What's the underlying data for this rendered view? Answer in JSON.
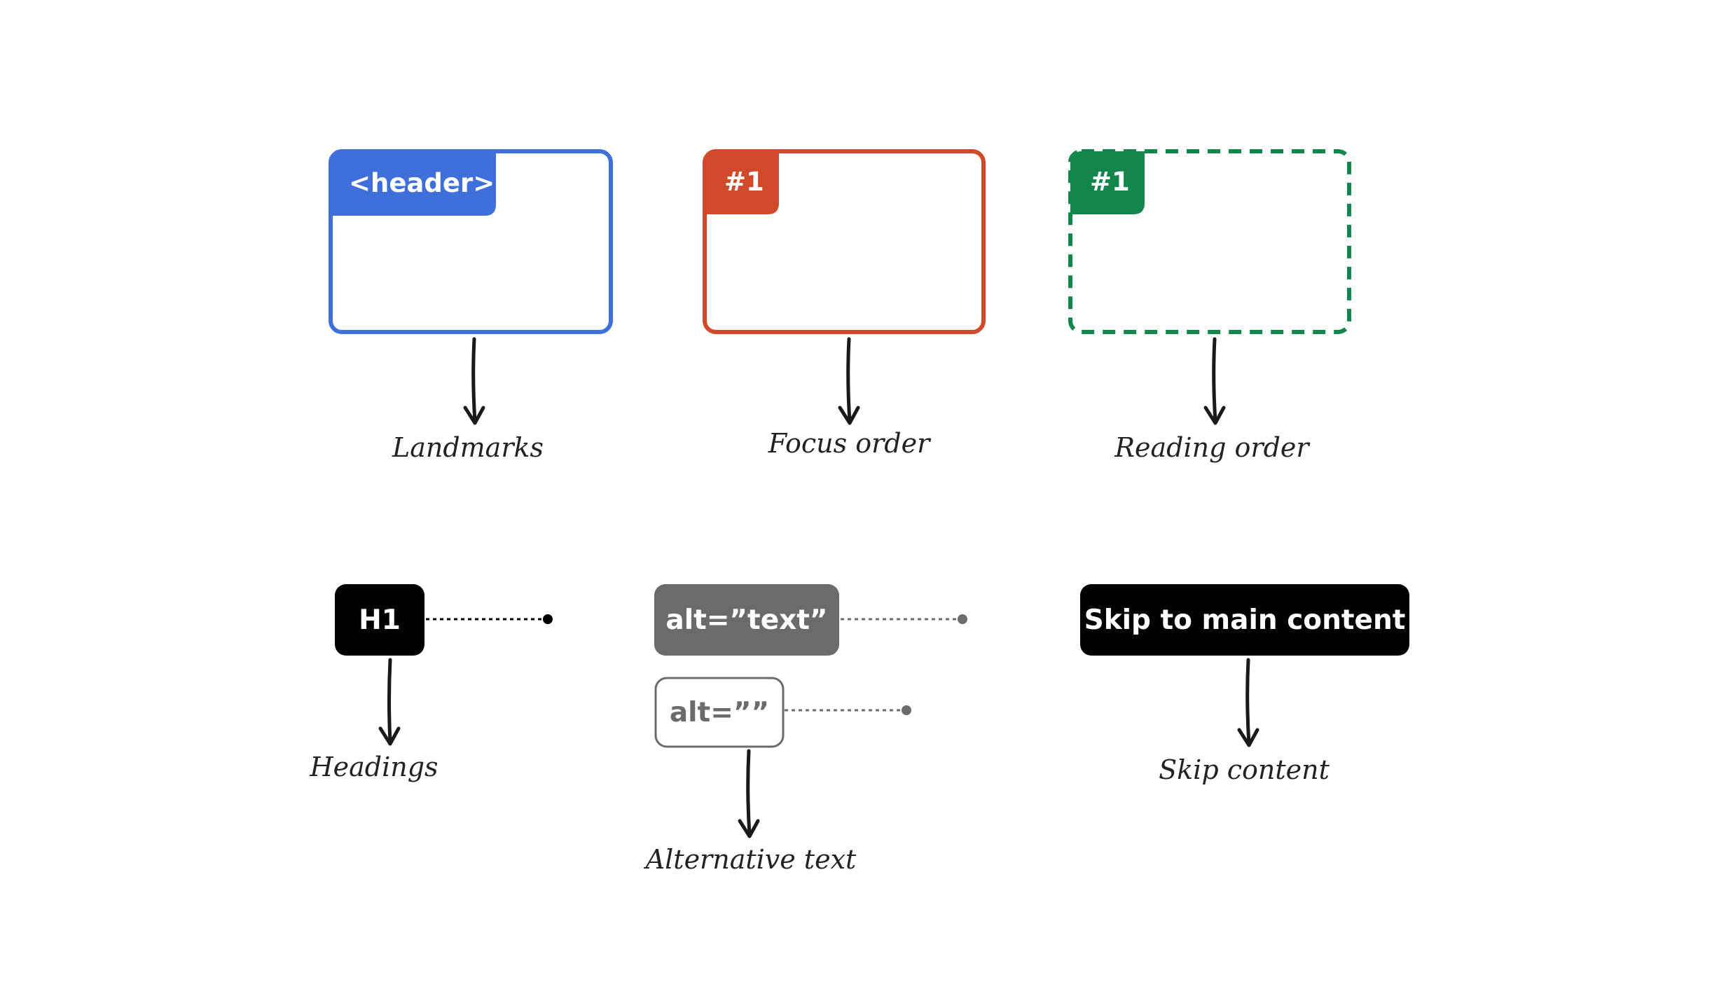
{
  "colors": {
    "landmark": "#3F6FDB",
    "focus": "#D0492B",
    "reading": "#13874B",
    "heading_pill": "#000000",
    "alt_filled": "#6B6B6B",
    "alt_outline": "#6B6B6B",
    "skip_pill": "#000000",
    "arrow": "#1A1A1A"
  },
  "cards": [
    {
      "tag": "<header>",
      "caption": "Landmarks"
    },
    {
      "tag": "#1",
      "caption": "Focus order"
    },
    {
      "tag": "#1",
      "caption": "Reading order"
    }
  ],
  "headings": {
    "pill": "H1",
    "caption": "Headings"
  },
  "alt_text": {
    "filled": "alt=”text”",
    "empty": "alt=””",
    "caption": "Alternative text"
  },
  "skip": {
    "pill": "Skip to main content",
    "caption": "Skip content"
  }
}
